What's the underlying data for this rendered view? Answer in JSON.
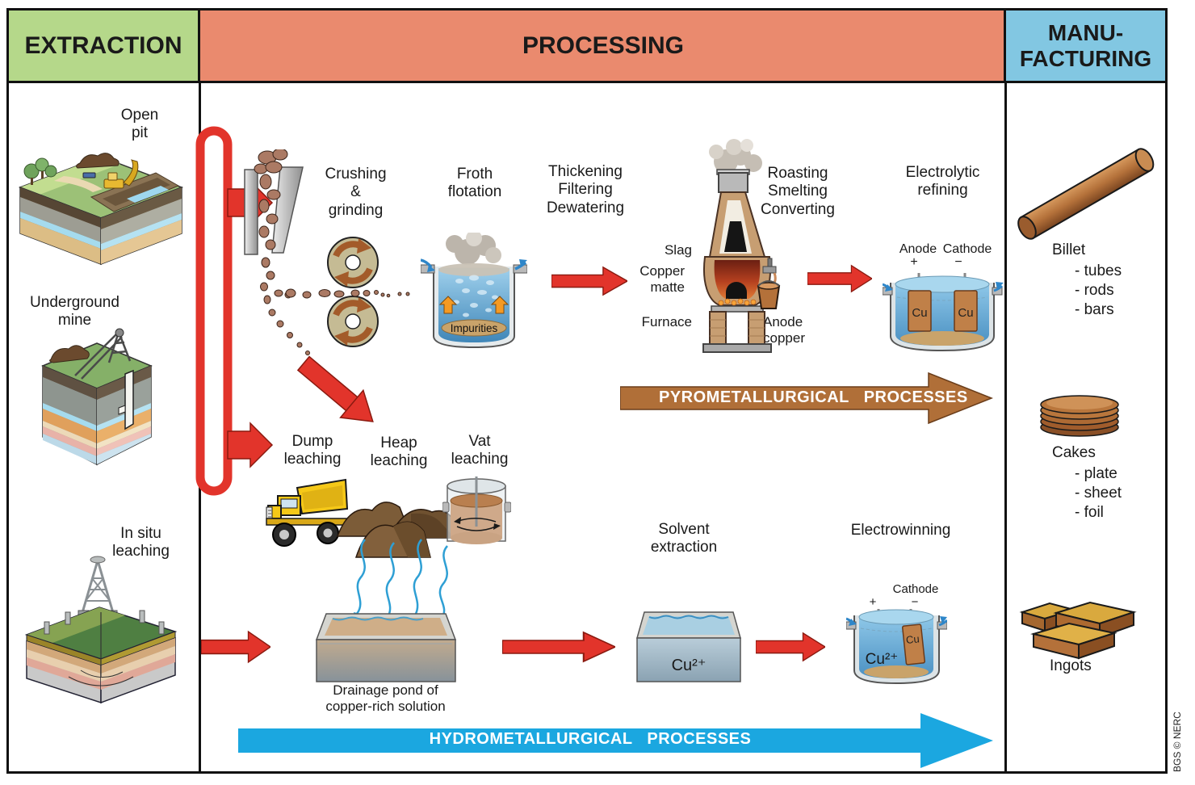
{
  "colors": {
    "header_green": "#b5d88a",
    "header_salmon": "#ea8a6e",
    "header_blue": "#82c7e2",
    "arrow_red": "#e2342b",
    "arrow_brown": "#b06f38",
    "arrow_blue": "#1ba7e0",
    "copper": "#b4713a"
  },
  "header": {
    "extraction": "EXTRACTION",
    "processing": "PROCESSING",
    "manufacturing": "MANU-\nFACTURING"
  },
  "extraction": {
    "open_pit": "Open\npit",
    "underground_mine": "Underground\nmine",
    "in_situ": "In situ\nleaching"
  },
  "processing": {
    "crushing_grinding": "Crushing\n&\ngrinding",
    "froth_flotation": "Froth\nflotation",
    "impurities": "Impurities",
    "thickening": "Thickening\nFiltering\nDewatering",
    "roasting": "Roasting\nSmelting\nConverting",
    "slag": "Slag",
    "copper_matte": "Copper\nmatte",
    "furnace": "Furnace",
    "anode_copper": "Anode\ncopper",
    "electrolytic_refining": "Electrolytic\nrefining",
    "anode": "Anode",
    "cathode": "Cathode",
    "plus": "+",
    "minus": "−",
    "cu": "Cu",
    "pyro_processes": "PYROMETALLURGICAL   PROCESSES",
    "dump_leaching": "Dump\nleaching",
    "heap_leaching": "Heap\nleaching",
    "vat_leaching": "Vat\nleaching",
    "drainage_pond": "Drainage pond of\ncopper-rich solution",
    "solvent_extraction": "Solvent\nextraction",
    "cu2": "Cu²⁺",
    "electrowinning": "Electrowinning",
    "ew_cathode": "Cathode",
    "ew_plus": "+",
    "ew_minus": "−",
    "hydro_processes": "HYDROMETALLURGICAL   PROCESSES"
  },
  "manufacturing": {
    "billet": "Billet",
    "billet_items": "- tubes\n- rods\n- bars",
    "cakes": "Cakes",
    "cakes_items": "- plate\n- sheet\n- foil",
    "ingots": "Ingots"
  },
  "credit": "BGS © NERC"
}
